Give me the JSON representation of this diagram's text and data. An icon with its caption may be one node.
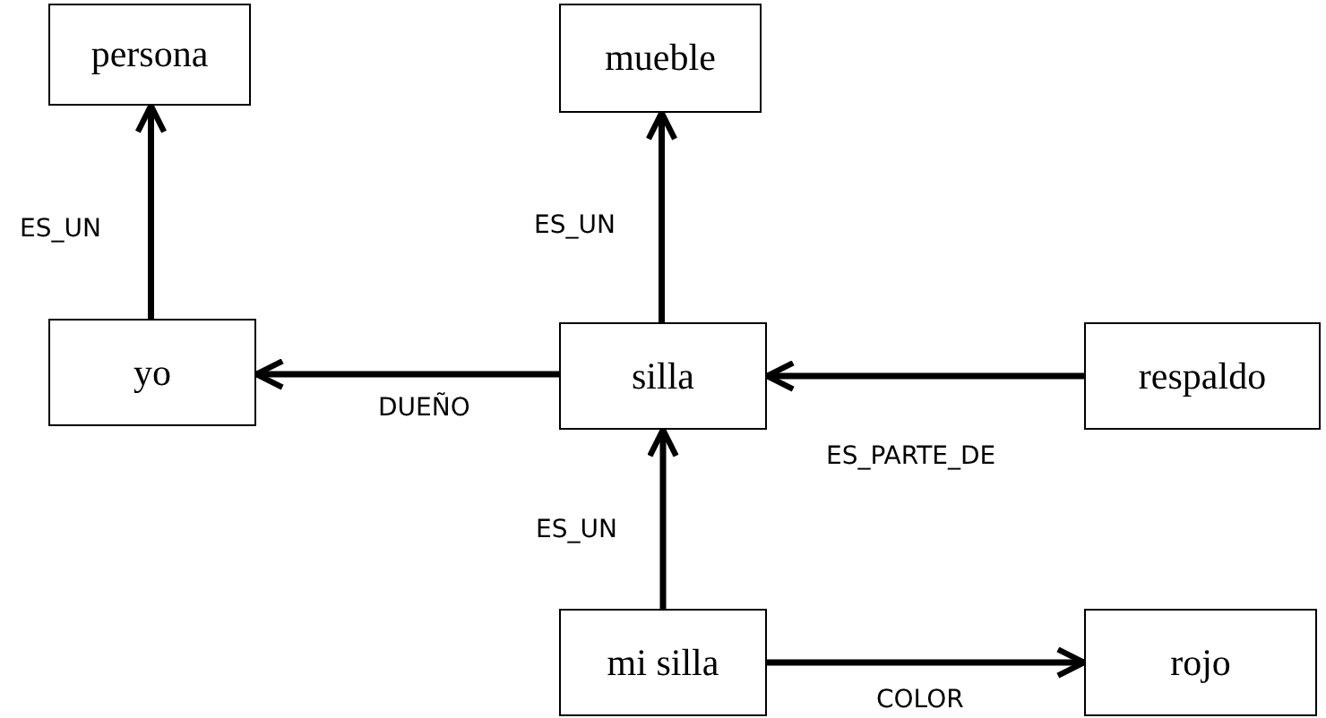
{
  "diagram": {
    "nodes": [
      {
        "text": [
          "persona"
        ]
      },
      {
        "text": [
          "mueble"
        ]
      },
      {
        "text": [
          "yo"
        ]
      },
      {
        "text": [
          "silla"
        ]
      },
      {
        "text": [
          "respaldo"
        ]
      },
      {
        "text": [
          "mi silla"
        ]
      },
      {
        "text": [
          "rojo"
        ]
      }
    ],
    "edges": [
      {
        "from": 2,
        "to": 0,
        "arrow": "to",
        "label": "ES_UN"
      },
      {
        "from": 3,
        "to": 1,
        "arrow": "to",
        "label": "ES_UN"
      },
      {
        "from": 3,
        "to": 2,
        "arrow": "to",
        "label": "DUEÑO"
      },
      {
        "from": 4,
        "to": 3,
        "arrow": "to",
        "label": "ES_PARTE_DE"
      },
      {
        "from": 5,
        "to": 3,
        "arrow": "to",
        "label": "ES_UN"
      },
      {
        "from": 5,
        "to": 6,
        "arrow": "to",
        "label": "COLOR"
      }
    ]
  }
}
